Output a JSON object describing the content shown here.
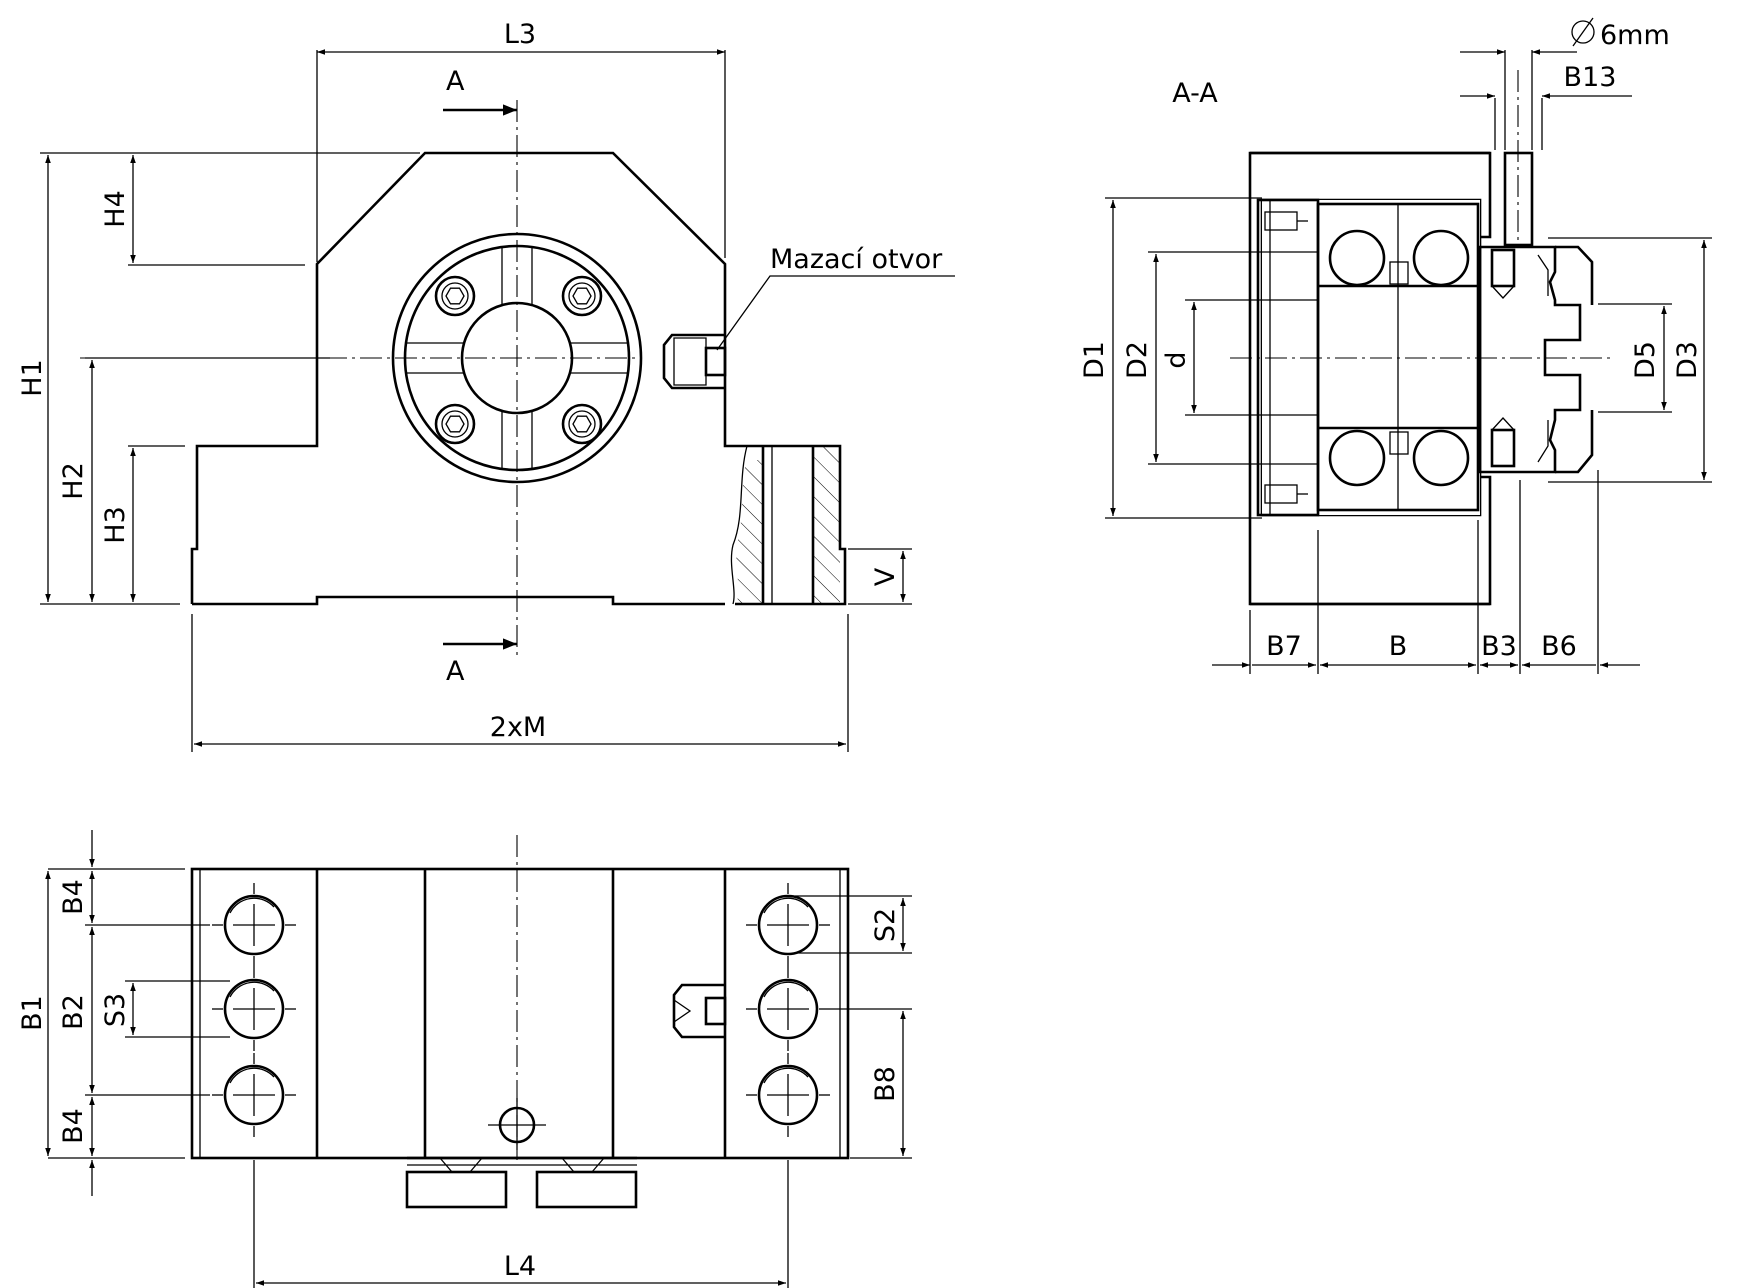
{
  "labels": {
    "L3": "L3",
    "A_top": "A",
    "A_bottom": "A",
    "H1": "H1",
    "H2": "H2",
    "H3": "H3",
    "H4": "H4",
    "V": "V",
    "M2": "2xM",
    "mazaci": "Mazací otvor",
    "AA": "A-A",
    "phi6": "6mm",
    "B13": "B13",
    "D1": "D1",
    "D2": "D2",
    "d": "d",
    "D5": "D5",
    "D3": "D3",
    "B7": "B7",
    "B": "B",
    "B3": "B3",
    "B6": "B6",
    "B4_top": "B4",
    "B1": "B1",
    "B2": "B2",
    "S3": "S3",
    "B4_bottom": "B4",
    "S2": "S2",
    "B8": "B8",
    "L4": "L4"
  },
  "icons": {
    "diameter": "diameter-symbol-icon",
    "hex_socket": "hex-socket-screw-icon",
    "arrow": "dimension-arrow-icon"
  }
}
